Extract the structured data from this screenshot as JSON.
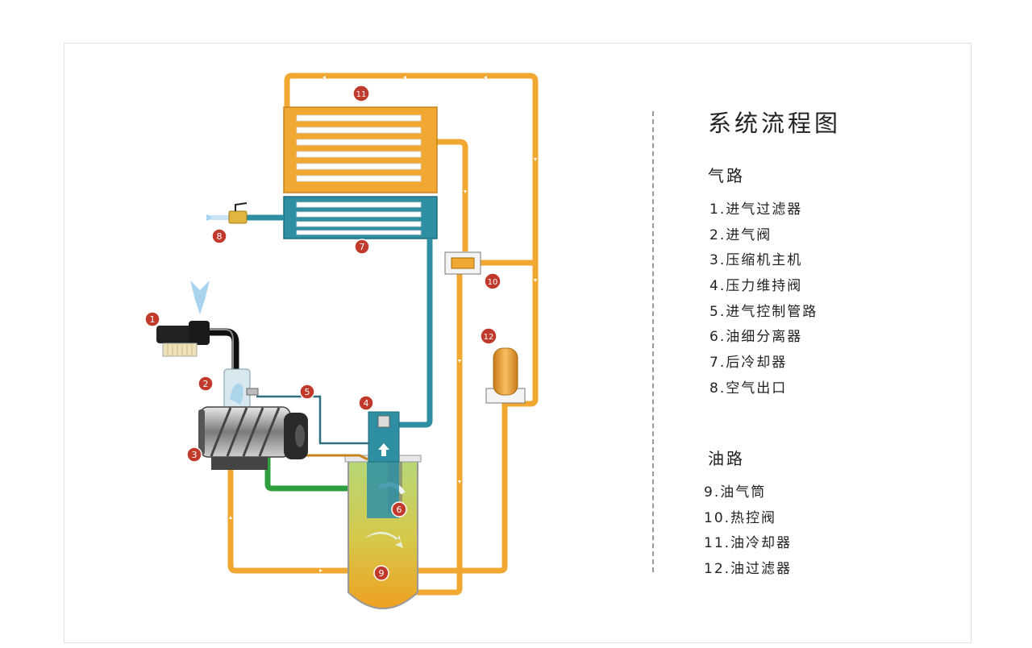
{
  "legend": {
    "title": "系统流程图",
    "air_section": {
      "title": "气路",
      "items": [
        "1.进气过滤器",
        "2.进气阀",
        "3.压缩机主机",
        "4.压力维持阀",
        "5.进气控制管路",
        "6.油细分离器",
        "7.后冷却器",
        "8.空气出口"
      ]
    },
    "oil_section": {
      "title": "油路",
      "items": [
        "9.油气筒",
        "10.热控阀",
        "11.油冷却器",
        "12.油过滤器"
      ]
    }
  },
  "diagram": {
    "badges": [
      "1",
      "2",
      "3",
      "4",
      "5",
      "6",
      "7",
      "8",
      "9",
      "10",
      "11",
      "12"
    ],
    "colors": {
      "oil": "#f0a832",
      "air": "#2e8fa3",
      "oil_return": "#2e9e3e",
      "badge": "#c0392b",
      "arrow_light": "#a8d4ef"
    }
  }
}
